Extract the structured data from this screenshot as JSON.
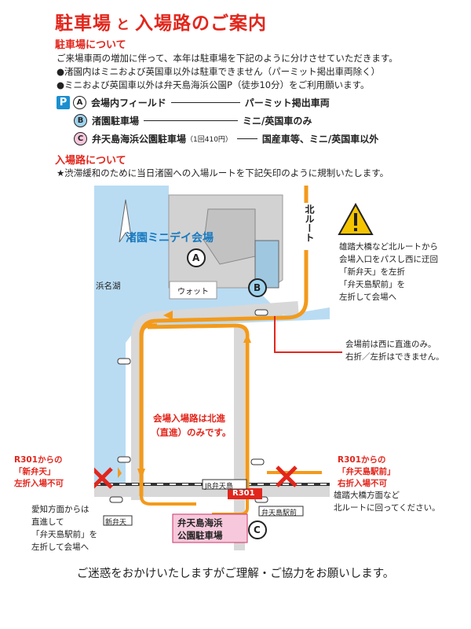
{
  "title": {
    "part1": "駐車場",
    "and": "と",
    "part2": "入場路のご案内"
  },
  "parking_section": {
    "heading": "駐車場について",
    "lines": [
      "ご来場車両の増加に伴って、本年は駐車場を下記のように分けさせていただきます。",
      "●渚園内はミニおよび英国車以外は駐車できません（パーミット掲出車両除く）",
      "●ミニおよび英国車以外は弁天島海浜公園P（徒歩10分）をご利用願います。"
    ],
    "rows": [
      {
        "badge": "P",
        "mark": "A",
        "place": "会場内フィールド",
        "target": "パーミット掲出車両"
      },
      {
        "mark": "B",
        "place": "渚園駐車場",
        "target": "ミニ/英国車のみ"
      },
      {
        "mark": "C",
        "place": "弁天島海浜公園駐車場",
        "fee": "（1回410円）",
        "target": "国産車等、ミニ/英国車以外"
      }
    ]
  },
  "route_section": {
    "heading": "入場路について",
    "note": "★渋滞緩和のために当日渚園への入場ルートを下記矢印のように規制いたします。"
  },
  "map": {
    "venue": "渚園ミニデイ会場",
    "marker_a": "A",
    "marker_b": "B",
    "marker_c": "C",
    "watt": "ウォット",
    "lake": "浜名湖",
    "north_route": "北ルート",
    "center_note_1": "会場入場路は北進",
    "center_note_2": "（直進）のみです。",
    "jr": "JR弁天島",
    "r301": "R301",
    "station_front": "弁天島駅前",
    "shinbenten": "新弁天",
    "park_1": "弁天島海浜",
    "park_2": "公園駐車場"
  },
  "notes": {
    "warning_lines": [
      "雄踏大橋など北ルートから",
      "会場入口をパスし西に迂回",
      "「新弁天」を左折",
      "「弁天島駅前」を",
      "左折して会場へ"
    ],
    "front_lines": [
      "会場前は西に直進のみ。",
      "右折／左折はできません。"
    ],
    "left_no_1": "R301からの",
    "left_no_2": "「新弁天」",
    "left_no_3": "左折入場不可",
    "right_no_1": "R301からの",
    "right_no_2": "「弁天島駅前」",
    "right_no_3": "右折入場不可",
    "aichi_lines": [
      "愛知方面からは",
      "直進して",
      "「弁天島駅前」を",
      "左折して会場へ"
    ],
    "yuto_lines": [
      "雄踏大橋方面など",
      "北ルートに回ってください。"
    ]
  },
  "footer": "ご迷惑をおかけいたしますがご理解・ご協力をお願いします。",
  "colors": {
    "accent": "#e2261c",
    "route": "#f39a1b",
    "water": "#b9dcf3",
    "parking_badge": "#1a8fd0"
  }
}
